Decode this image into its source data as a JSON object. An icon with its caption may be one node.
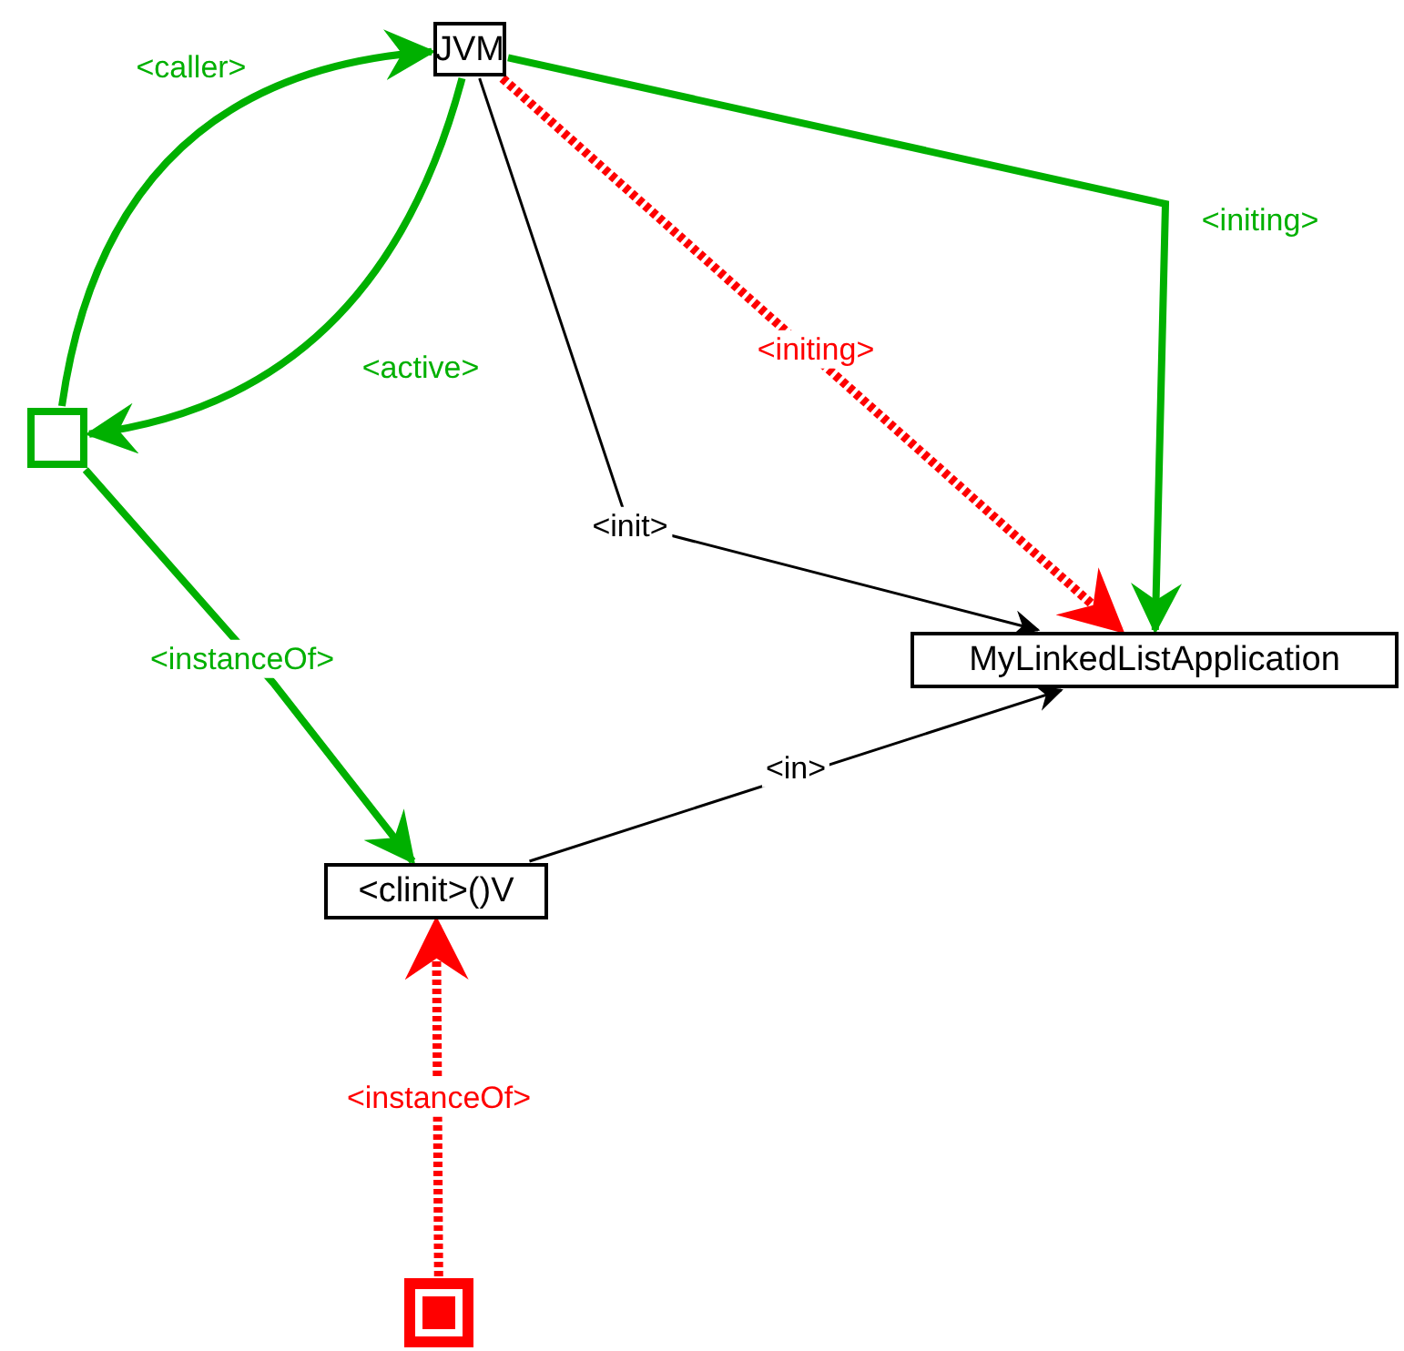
{
  "diagram": {
    "nodes": [
      {
        "text": [
          "JVM"
        ]
      },
      {
        "text": [],
        "shape": "box"
      },
      {
        "text": [
          "MyLinkedListApplication"
        ]
      },
      {
        "text": [
          "<clinit>()V"
        ]
      },
      {
        "text": [],
        "shape": "box"
      }
    ],
    "edges": [
      {
        "from": 1,
        "to": 0,
        "arrow": "to",
        "label": "<caller>"
      },
      {
        "from": 0,
        "to": 1,
        "arrow": "to",
        "label": "<active>"
      },
      {
        "from": 0,
        "to": 2,
        "arrow": "to",
        "label": "<initing>"
      },
      {
        "from": 0,
        "to": 2,
        "arrow": "to",
        "label": "<initing>",
        "style": "dashed",
        "color": "#ff0000"
      },
      {
        "from": 0,
        "to": 2,
        "arrow": "to",
        "label": "<init>",
        "color": "#000000"
      },
      {
        "from": 1,
        "to": 3,
        "arrow": "to",
        "label": "<instanceOf>"
      },
      {
        "from": 3,
        "to": 2,
        "arrow": "to",
        "label": "<in>",
        "color": "#000000"
      },
      {
        "from": 4,
        "to": 3,
        "arrow": "to",
        "label": "<instanceOf>",
        "style": "dashed",
        "color": "#ff0000"
      }
    ]
  }
}
